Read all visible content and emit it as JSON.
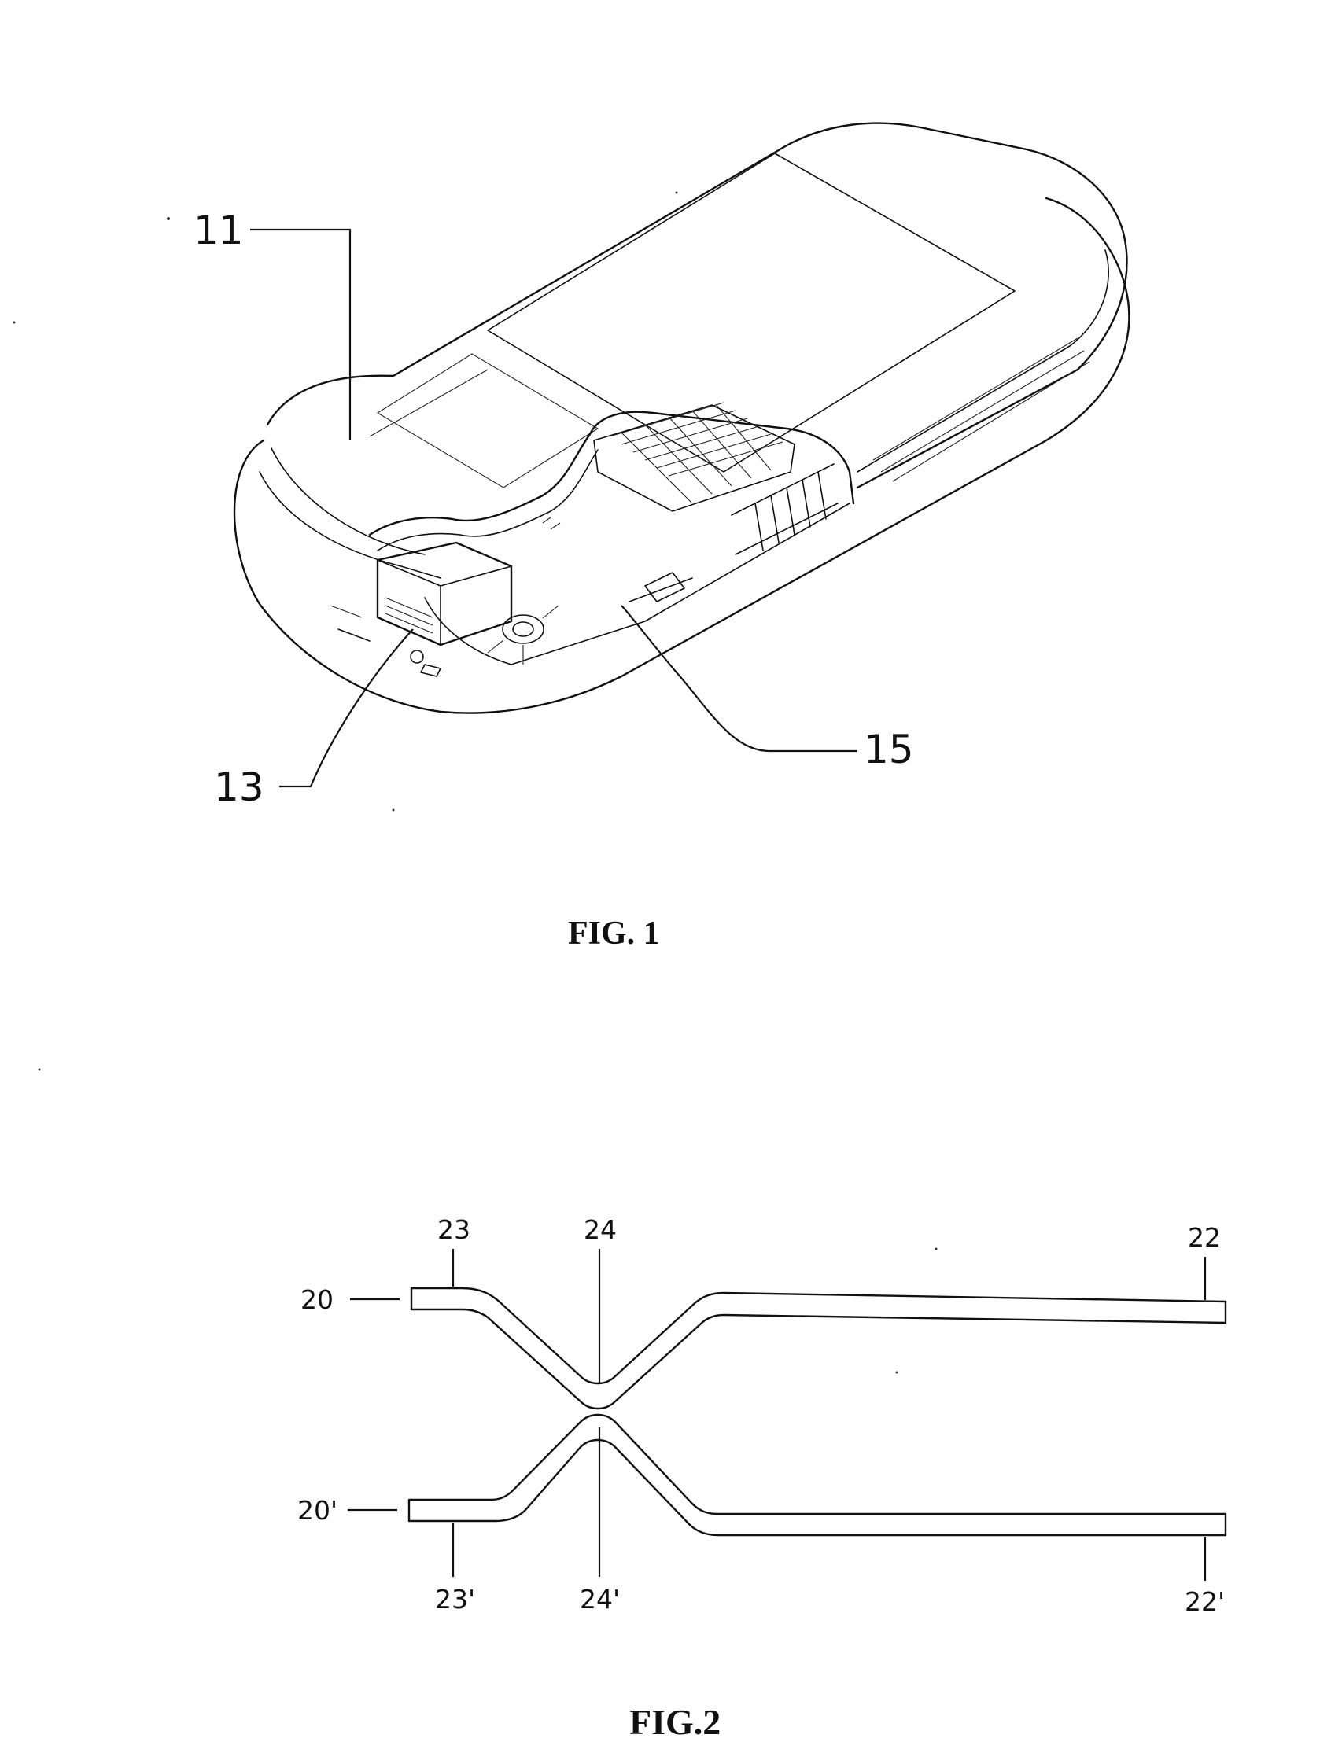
{
  "figure1": {
    "caption": "FIG. 1",
    "labels": {
      "housing": "11",
      "connector": "13",
      "board": "15"
    }
  },
  "figure2": {
    "caption": "FIG.2",
    "labels": {
      "upper_lead": "20",
      "lower_lead": "20'",
      "upper_tail": "22",
      "lower_tail": "22'",
      "upper_end": "23",
      "lower_end": "23'",
      "upper_bend": "24",
      "lower_bend": "24'"
    }
  }
}
